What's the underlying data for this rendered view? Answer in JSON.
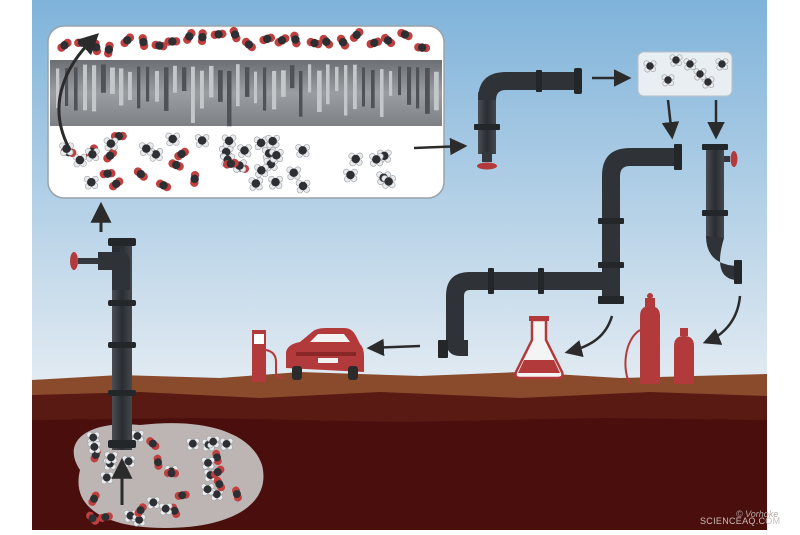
{
  "figure": {
    "credit": "© Vorhoke",
    "site_watermark": "SCIENCEAQ.COM"
  },
  "colors": {
    "sky_top": "#7fb3da",
    "sky_bottom": "#f3f6f8",
    "soil_top": "#8a4a2c",
    "soil_deep": "#4a0f0d",
    "pipe": "#34383c",
    "valve": "#b23a3a",
    "co2_red": "#c0403f",
    "molecule_dark": "#2d2f33",
    "arrow": "#2b2b2b",
    "reservoir": "#bdb5b3"
  },
  "icons": {
    "reservoir": "gas-reservoir",
    "membrane": "membrane-cross-section",
    "pipeline": "pipeline",
    "valve": "valve-wheel",
    "purified_gas": "purified-methane-box",
    "chemicals": "erlenmeyer-flask",
    "gas_cylinders": "gas-cylinders",
    "fuel_station": "fuel-pump",
    "vehicle": "car"
  }
}
